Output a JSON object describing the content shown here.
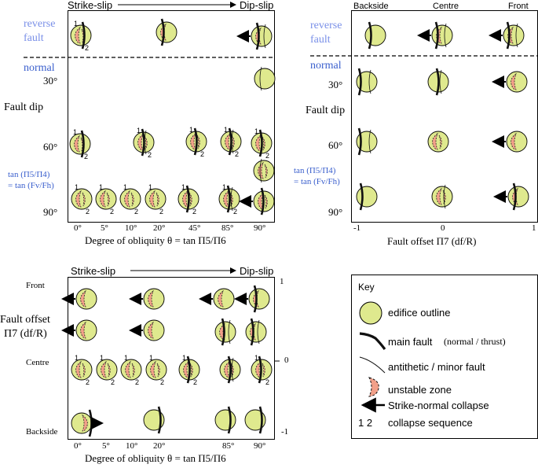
{
  "colors": {
    "edifice": "#dfe98e",
    "unstable": "#f2a089",
    "fault": "#111111",
    "text_blue": "#3a5fcd",
    "text_lightblue": "#7a90e8"
  },
  "panel_a": {
    "top_left_label": "Strike-slip",
    "top_right_label": "Dip-slip",
    "reverse_fault": "reverse\nfault",
    "reverse_l1": "reverse",
    "reverse_l2": "fault",
    "normal": "normal",
    "fault_dip": "Fault dip",
    "dip_ticks": [
      "30°",
      "60°",
      "90°"
    ],
    "ratio_l1": "tan (Π5/Π4)",
    "ratio_l2": "= tan (Fv/Fh)",
    "x_ticks": [
      "0°",
      "5°",
      "10°",
      "20°",
      "45°",
      "85°",
      "90°"
    ],
    "x_title": "Degree of obliquity θ = tan Π5/Π6"
  },
  "panel_b": {
    "col_labels": [
      "Backside",
      "Centre",
      "Front"
    ],
    "reverse_l1": "reverse",
    "reverse_l2": "fault",
    "normal": "normal",
    "fault_dip": "Fault dip",
    "dip_ticks": [
      "30°",
      "60°",
      "90°"
    ],
    "ratio_l1": "tan (Π5/Π4)",
    "ratio_l2": "= tan (Fv/Fh)",
    "x_ticks": [
      "-1",
      "0",
      "1"
    ],
    "x_title": "Fault offset   Π7 (df/R)"
  },
  "panel_c": {
    "top_left_label": "Strike-slip",
    "top_right_label": "Dip-slip",
    "row_labels": [
      "Front",
      "Centre",
      "Backside"
    ],
    "fault_offset_l1": "Fault offset",
    "fault_offset_l2": "Π7 (df/R)",
    "right_ticks": [
      "1",
      "0",
      "-1"
    ],
    "x_ticks": [
      "0°",
      "5°",
      "10°",
      "20°",
      "85°",
      "90°"
    ],
    "x_title": "Degree of obliquity θ = tan Π5/Π6"
  },
  "key": {
    "title": "Key",
    "items": [
      {
        "icon": "edifice-outline-icon",
        "label": "edifice outline"
      },
      {
        "icon": "main-fault-icon",
        "label": "main fault",
        "note": "(normal / thrust)"
      },
      {
        "icon": "minor-fault-icon",
        "label": "antithetic  / minor fault"
      },
      {
        "icon": "unstable-zone-icon",
        "label": "unstable zone"
      },
      {
        "icon": "arrow-left-icon",
        "label": "Strike-normal collapse"
      },
      {
        "icon": "sequence-icon",
        "symbol": "1 2",
        "label": "collapse sequence"
      }
    ]
  }
}
